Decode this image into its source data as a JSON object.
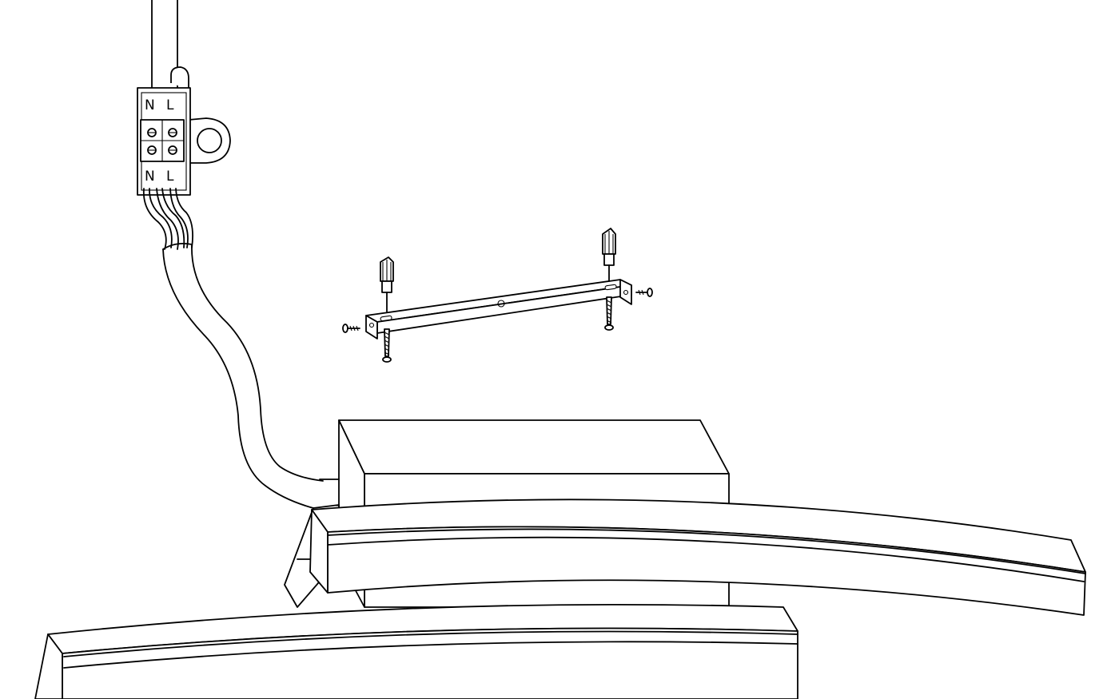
{
  "terminal_block": {
    "top_labels": [
      "N",
      "L"
    ],
    "bottom_labels": [
      "N",
      "L"
    ]
  },
  "colors": {
    "line": "#000000",
    "background": "#ffffff"
  },
  "icons": [
    "terminal-block-icon",
    "mounting-bracket-icon",
    "wall-plug-icon",
    "screw-icon",
    "led-light-bar-icon",
    "power-cable-icon"
  ]
}
